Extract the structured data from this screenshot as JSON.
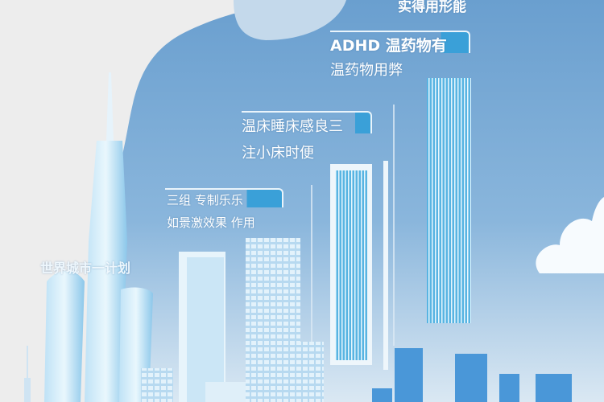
{
  "labels": {
    "top_partial": "实得用形能",
    "panel3_title": "ADHD 温药物有",
    "panel3_sub": "温药物用弊",
    "panel2_title": "温床睡床感良三",
    "panel2_sub": "注小床时便",
    "panel1_title": "三组 专制乐乐",
    "panel1_sub": "如景激效果   作用",
    "building_sign": "世界城市一计划"
  },
  "colors": {
    "sky_top": "#6a9fcf",
    "sky_bottom": "#d7e6f2",
    "background": "#ededed",
    "accent": "#3aa0d8"
  }
}
